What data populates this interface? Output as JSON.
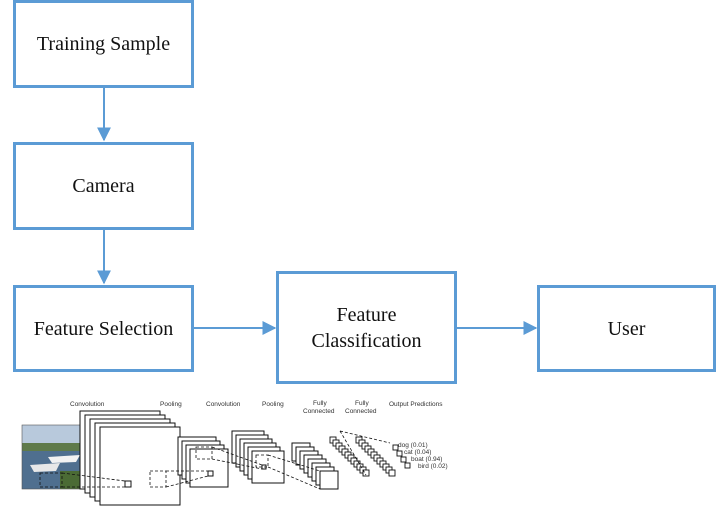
{
  "flowchart": {
    "training_sample": "Training Sample",
    "camera": "Camera",
    "feature_selection": "Feature Selection",
    "feature_classification_line1": "Feature",
    "feature_classification_line2": "Classification",
    "user": "User"
  },
  "cnn": {
    "convolution_1": "Convolution",
    "pooling_1": "Pooling",
    "convolution_2": "Convolution",
    "pooling_2": "Pooling",
    "fully_connected_1_line1": "Fully",
    "fully_connected_1_line2": "Connected",
    "fully_connected_2_line1": "Fully",
    "fully_connected_2_line2": "Connected",
    "output_predictions": "Output Predictions",
    "predictions": [
      "dog (0.01)",
      "cat (0.04)",
      "boat (0.94)",
      "bird (0.02)"
    ]
  },
  "colors": {
    "box_border": "#5b9bd5",
    "arrow": "#5b9bd5"
  }
}
